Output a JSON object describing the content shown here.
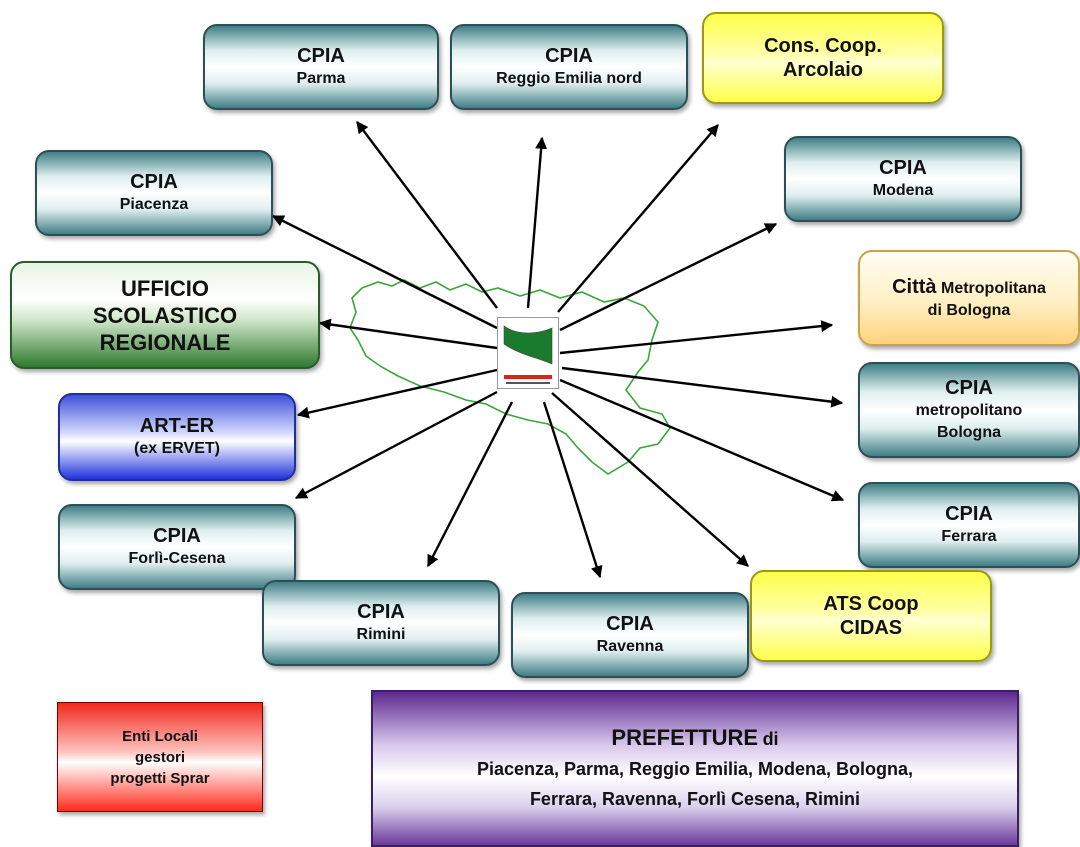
{
  "center": {
    "name": "Regione Emilia-Romagna"
  },
  "nodes": {
    "parma": {
      "line1": "CPIA",
      "line2": "Parma"
    },
    "reggio": {
      "line1": "CPIA",
      "line2": "Reggio Emilia nord"
    },
    "arcolaio": {
      "line1": "Cons. Coop.",
      "line2": "Arcolaio"
    },
    "piacenza": {
      "line1": "CPIA",
      "line2": "Piacenza"
    },
    "modena": {
      "line1": "CPIA",
      "line2": "Modena"
    },
    "usr": {
      "line1": "UFFICIO",
      "line2": "SCOLASTICO",
      "line3": "REGIONALE"
    },
    "citta": {
      "bold": "Città",
      "rest": "Metropolitana",
      "line2": "di Bologna"
    },
    "arter": {
      "line1": "ART-ER",
      "line2": "(ex ERVET)"
    },
    "cpia_bo": {
      "line1": "CPIA",
      "line2": "metropolitano",
      "line3": "Bologna"
    },
    "ferrara": {
      "line1": "CPIA",
      "line2": "Ferrara"
    },
    "forli": {
      "line1": "CPIA",
      "line2": "Forlì-Cesena"
    },
    "rimini": {
      "line1": "CPIA",
      "line2": "Rimini"
    },
    "ravenna": {
      "line1": "CPIA",
      "line2": "Ravenna"
    },
    "cidas": {
      "line1": "ATS Coop",
      "line2": "CIDAS"
    },
    "enti": {
      "line1": "Enti Locali",
      "line2": "gestori",
      "line3": "progetti Sprar"
    },
    "prefetture": {
      "title": "PREFETTURE",
      "title_suffix": "di",
      "line2": "Piacenza, Parma, Reggio Emilia, Modena, Bologna,",
      "line3": "Ferrara, Ravenna, Forlì Cesena, Rimini"
    }
  },
  "colors": {
    "arrow": "#000000",
    "region_outline": "#3aa63a",
    "logo_green": "#1a7a2e",
    "logo_red": "#d9241c"
  }
}
